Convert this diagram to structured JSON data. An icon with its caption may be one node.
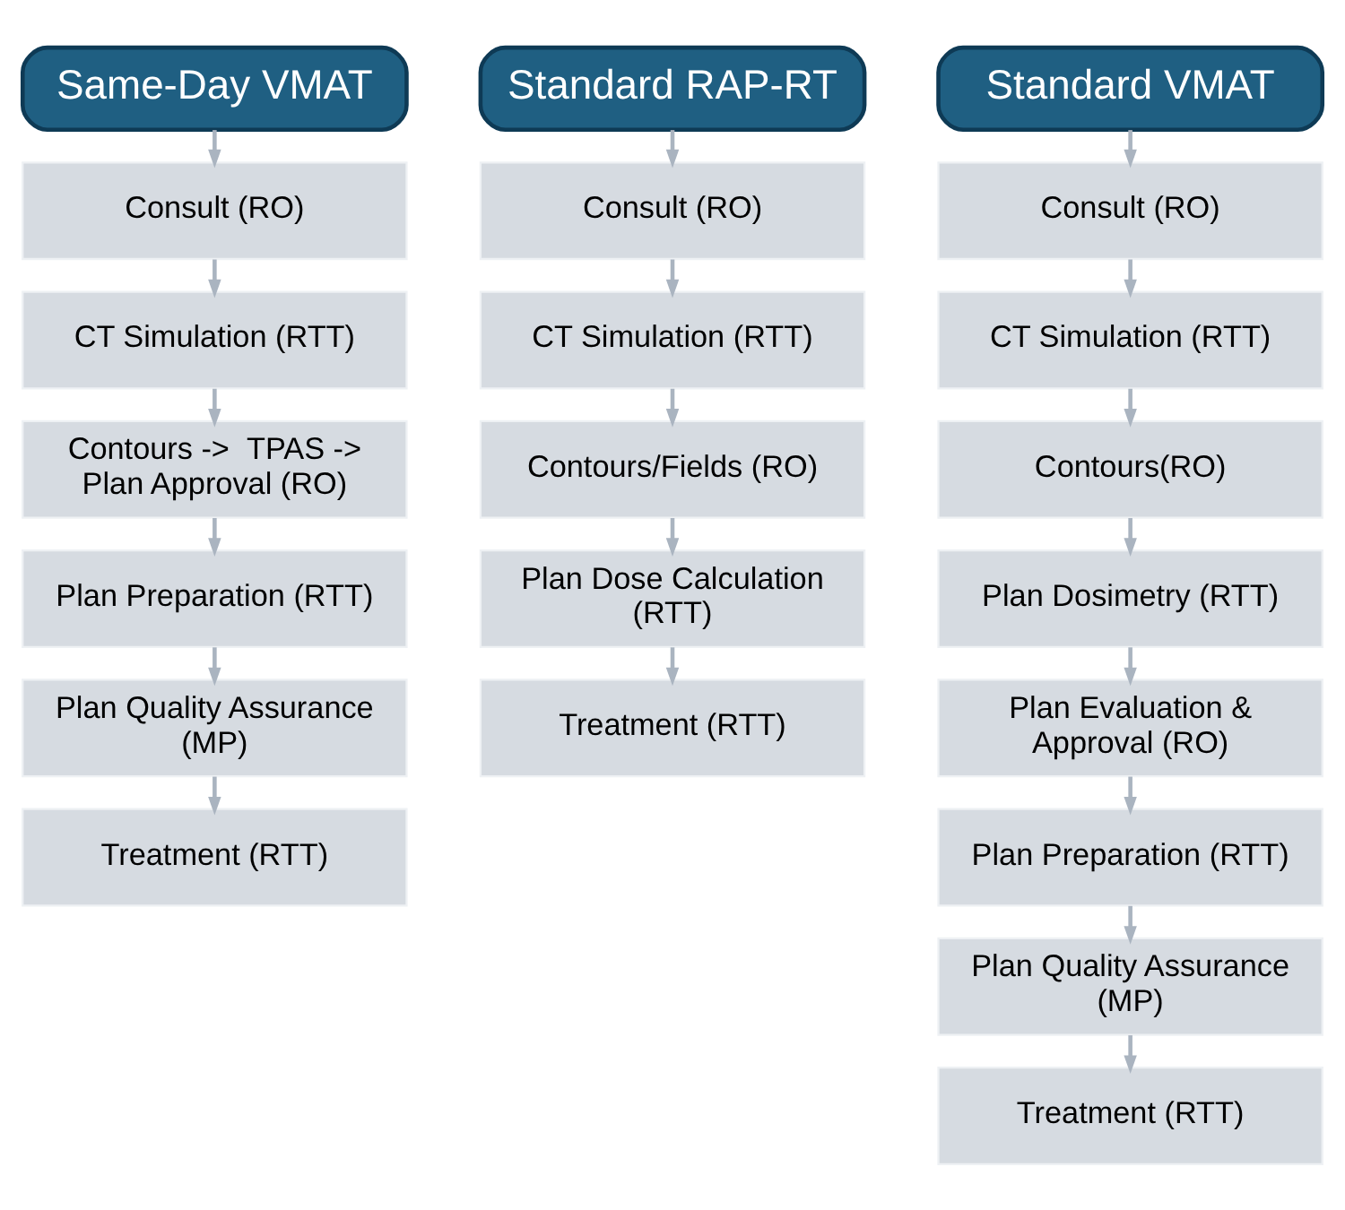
{
  "diagram": {
    "nodes": [
      {
        "text": [
          "Same-Day VMAT"
        ]
      },
      {
        "text": [
          "Consult (RO)"
        ]
      },
      {
        "text": [
          "CT Simulation (RTT)"
        ]
      },
      {
        "text": [
          "Contours ->  TPAS -> Plan Approval (RO)"
        ]
      },
      {
        "text": [
          "Plan Preparation (RTT)"
        ]
      },
      {
        "text": [
          "Plan Quality Assurance (MP)"
        ]
      },
      {
        "text": [
          "Treatment (RTT)"
        ]
      },
      {
        "text": [
          "Standard RAP-RT"
        ]
      },
      {
        "text": [
          "Consult (RO)"
        ]
      },
      {
        "text": [
          "CT Simulation (RTT)"
        ]
      },
      {
        "text": [
          "Contours/Fields (RO)"
        ]
      },
      {
        "text": [
          "Plan Dose Calculation (RTT)"
        ]
      },
      {
        "text": [
          "Treatment (RTT)"
        ]
      },
      {
        "text": [
          "Standard VMAT"
        ]
      },
      {
        "text": [
          "Consult (RO)"
        ]
      },
      {
        "text": [
          "CT Simulation (RTT)"
        ]
      },
      {
        "text": [
          "Contours(RO)"
        ]
      },
      {
        "text": [
          "Plan Dosimetry (RTT)"
        ]
      },
      {
        "text": [
          "Plan Evaluation & Approval (RO)"
        ]
      },
      {
        "text": [
          "Plan Preparation (RTT)"
        ]
      },
      {
        "text": [
          "Plan Quality Assurance (MP)"
        ]
      },
      {
        "text": [
          "Treatment (RTT)"
        ]
      }
    ],
    "edges": [
      {
        "from": 0,
        "to": 1,
        "arrow": "to"
      },
      {
        "from": 1,
        "to": 2,
        "arrow": "to"
      },
      {
        "from": 2,
        "to": 3,
        "arrow": "to"
      },
      {
        "from": 3,
        "to": 4,
        "arrow": "to"
      },
      {
        "from": 4,
        "to": 5,
        "arrow": "to"
      },
      {
        "from": 5,
        "to": 6,
        "arrow": "to"
      },
      {
        "from": 7,
        "to": 8,
        "arrow": "to"
      },
      {
        "from": 8,
        "to": 9,
        "arrow": "to"
      },
      {
        "from": 9,
        "to": 10,
        "arrow": "to"
      },
      {
        "from": 10,
        "to": 11,
        "arrow": "to"
      },
      {
        "from": 11,
        "to": 12,
        "arrow": "to"
      },
      {
        "from": 13,
        "to": 14,
        "arrow": "to"
      },
      {
        "from": 14,
        "to": 15,
        "arrow": "to"
      },
      {
        "from": 15,
        "to": 16,
        "arrow": "to"
      },
      {
        "from": 16,
        "to": 17,
        "arrow": "to"
      },
      {
        "from": 17,
        "to": 18,
        "arrow": "to"
      },
      {
        "from": 18,
        "to": 19,
        "arrow": "to"
      },
      {
        "from": 19,
        "to": 20,
        "arrow": "to"
      },
      {
        "from": 20,
        "to": 21,
        "arrow": "to"
      }
    ]
  }
}
